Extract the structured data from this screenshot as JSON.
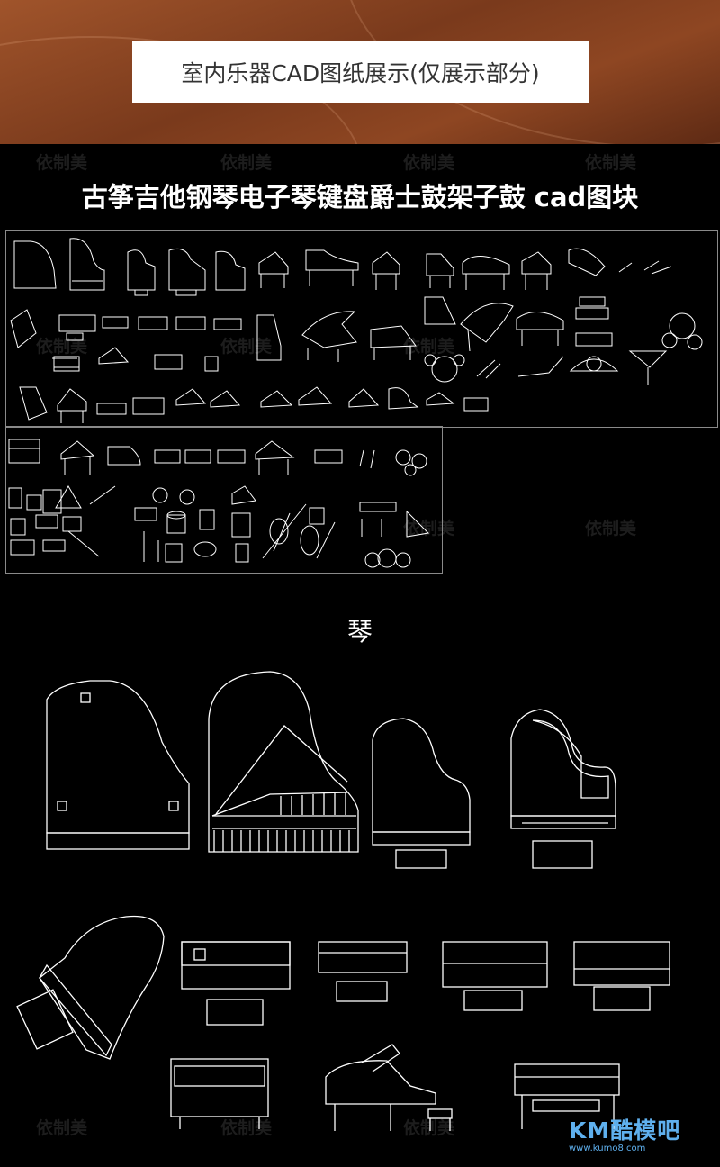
{
  "header": {
    "title": "室内乐器CAD图纸展示(仅展示部分)"
  },
  "main_title": "古筝吉他钢琴电子琴键盘爵士鼓架子鼓 cad图块",
  "section_title": "琴",
  "watermark": "依制美",
  "brand": {
    "name": "KM酷模吧",
    "url": "www.kumo8.com"
  }
}
